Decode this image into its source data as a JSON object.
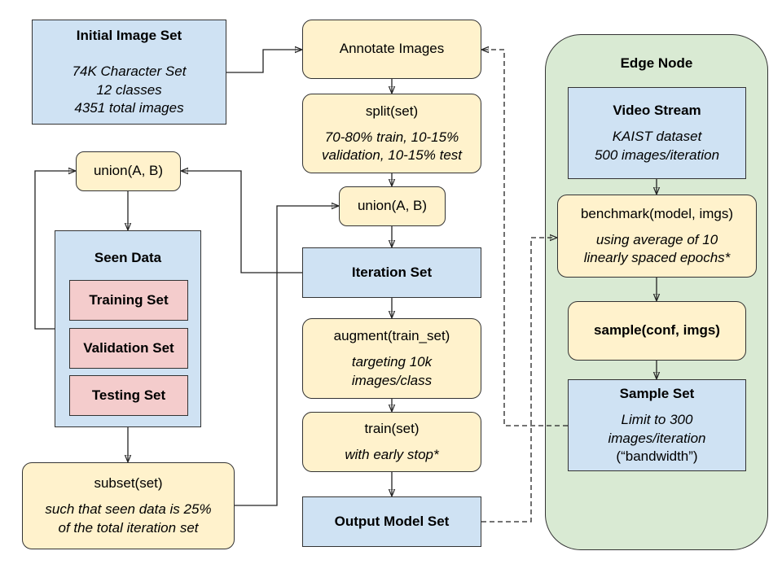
{
  "initial_image_set": {
    "title": "Initial Image Set",
    "line1": "74K Character Set",
    "line2": "12 classes",
    "line3": "4351 total images"
  },
  "union_left": {
    "label": "union(A, B)"
  },
  "seen_data": {
    "title": "Seen Data",
    "training": "Training Set",
    "validation": "Validation Set",
    "testing": "Testing Set"
  },
  "subset": {
    "label": "subset(set)",
    "line1": "such that seen data is 25%",
    "line2": "of the total iteration set"
  },
  "annotate": {
    "label": "Annotate Images"
  },
  "split": {
    "label": "split(set)",
    "line1": "70-80% train, 10-15%",
    "line2": "validation, 10-15% test"
  },
  "union_mid": {
    "label": "union(A, B)"
  },
  "iteration_set": {
    "title": "Iteration Set"
  },
  "augment": {
    "label": "augment(train_set)",
    "line1": "targeting 10k",
    "line2": "images/class"
  },
  "train": {
    "label": "train(set)",
    "line1": "with early stop*"
  },
  "output_model_set": {
    "title": "Output Model Set"
  },
  "edge_node": {
    "title": "Edge Node",
    "video_stream": {
      "title": "Video Stream",
      "line1": "KAIST dataset",
      "line2": "500 images/iteration"
    },
    "benchmark": {
      "label": "benchmark(model, imgs)",
      "line1": "using average of 10",
      "line2": "linearly spaced epochs*"
    },
    "sample": {
      "label": "sample(conf, imgs)"
    },
    "sample_set": {
      "title": "Sample Set",
      "line1": "Limit to 300",
      "line2": "images/iteration",
      "line3": "(“bandwidth”)"
    }
  }
}
